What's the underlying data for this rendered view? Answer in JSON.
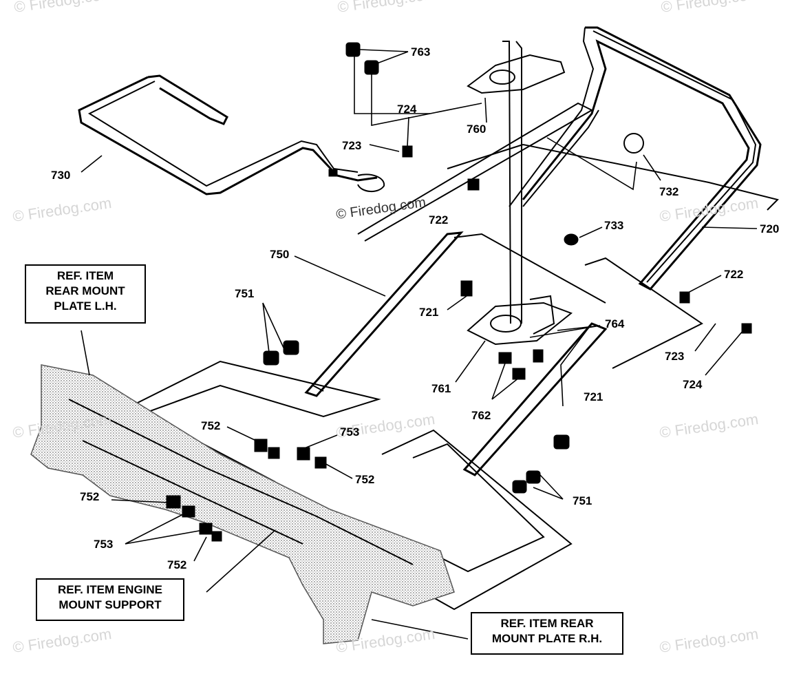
{
  "watermarks": {
    "light": "© Firedog.com",
    "center": "© Firedog.com"
  },
  "ref_boxes": {
    "rear_lh": [
      "REF. ITEM",
      "REAR MOUNT",
      "PLATE L.H."
    ],
    "engine": [
      "REF. ITEM ENGINE",
      "MOUNT SUPPORT"
    ],
    "rear_rh": [
      "REF. ITEM REAR",
      "MOUNT PLATE R.H."
    ]
  },
  "parts": {
    "p763": "763",
    "p724_top": "724",
    "p760": "760",
    "p723_top": "723",
    "p730": "730",
    "p732": "732",
    "p722_left": "722",
    "p733": "733",
    "p720": "720",
    "p750": "750",
    "p722_right": "722",
    "p751_left": "751",
    "p721_left": "721",
    "p764": "764",
    "p723_right": "723",
    "p761": "761",
    "p724_right": "724",
    "p721_right": "721",
    "p762": "762",
    "p752_a": "752",
    "p753_a": "753",
    "p752_b": "752",
    "p751_right": "751",
    "p752_c": "752",
    "p753_b": "753",
    "p752_d": "752"
  }
}
